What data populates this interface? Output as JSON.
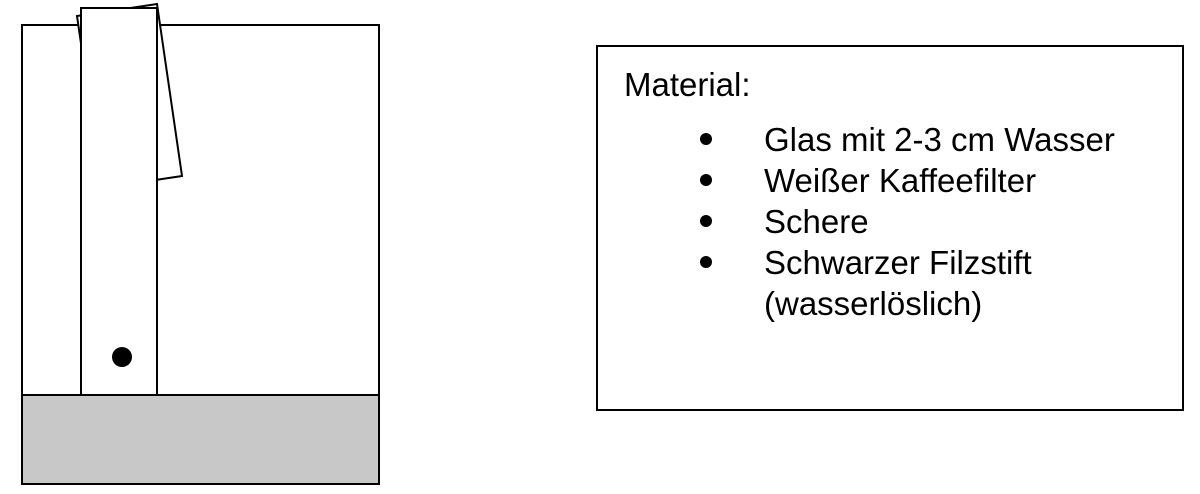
{
  "material": {
    "title": "Material:",
    "items": [
      "Glas mit 2-3 cm Wasser",
      "Weißer Kaffeefilter",
      "Schere",
      "Schwarzer Filzstift (wasserlöslich)"
    ]
  },
  "colors": {
    "water": "#c8c8c8",
    "outline": "#000000",
    "paper": "#ffffff",
    "dot": "#000000"
  }
}
